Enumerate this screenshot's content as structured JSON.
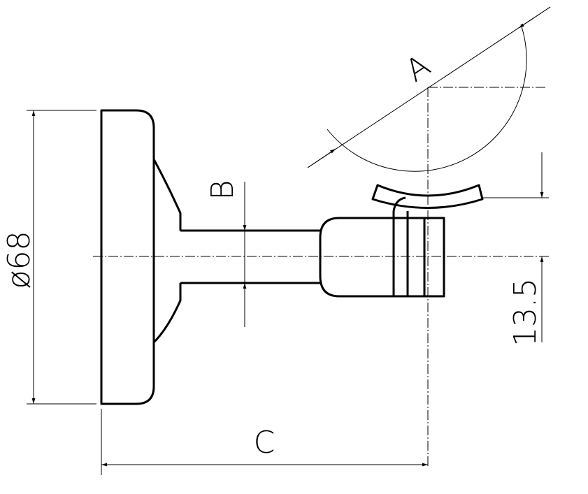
{
  "drawing": {
    "dimensions": {
      "diameter": "ø68",
      "b": "B",
      "a": "A",
      "offset": "13.5",
      "c": "C"
    }
  }
}
